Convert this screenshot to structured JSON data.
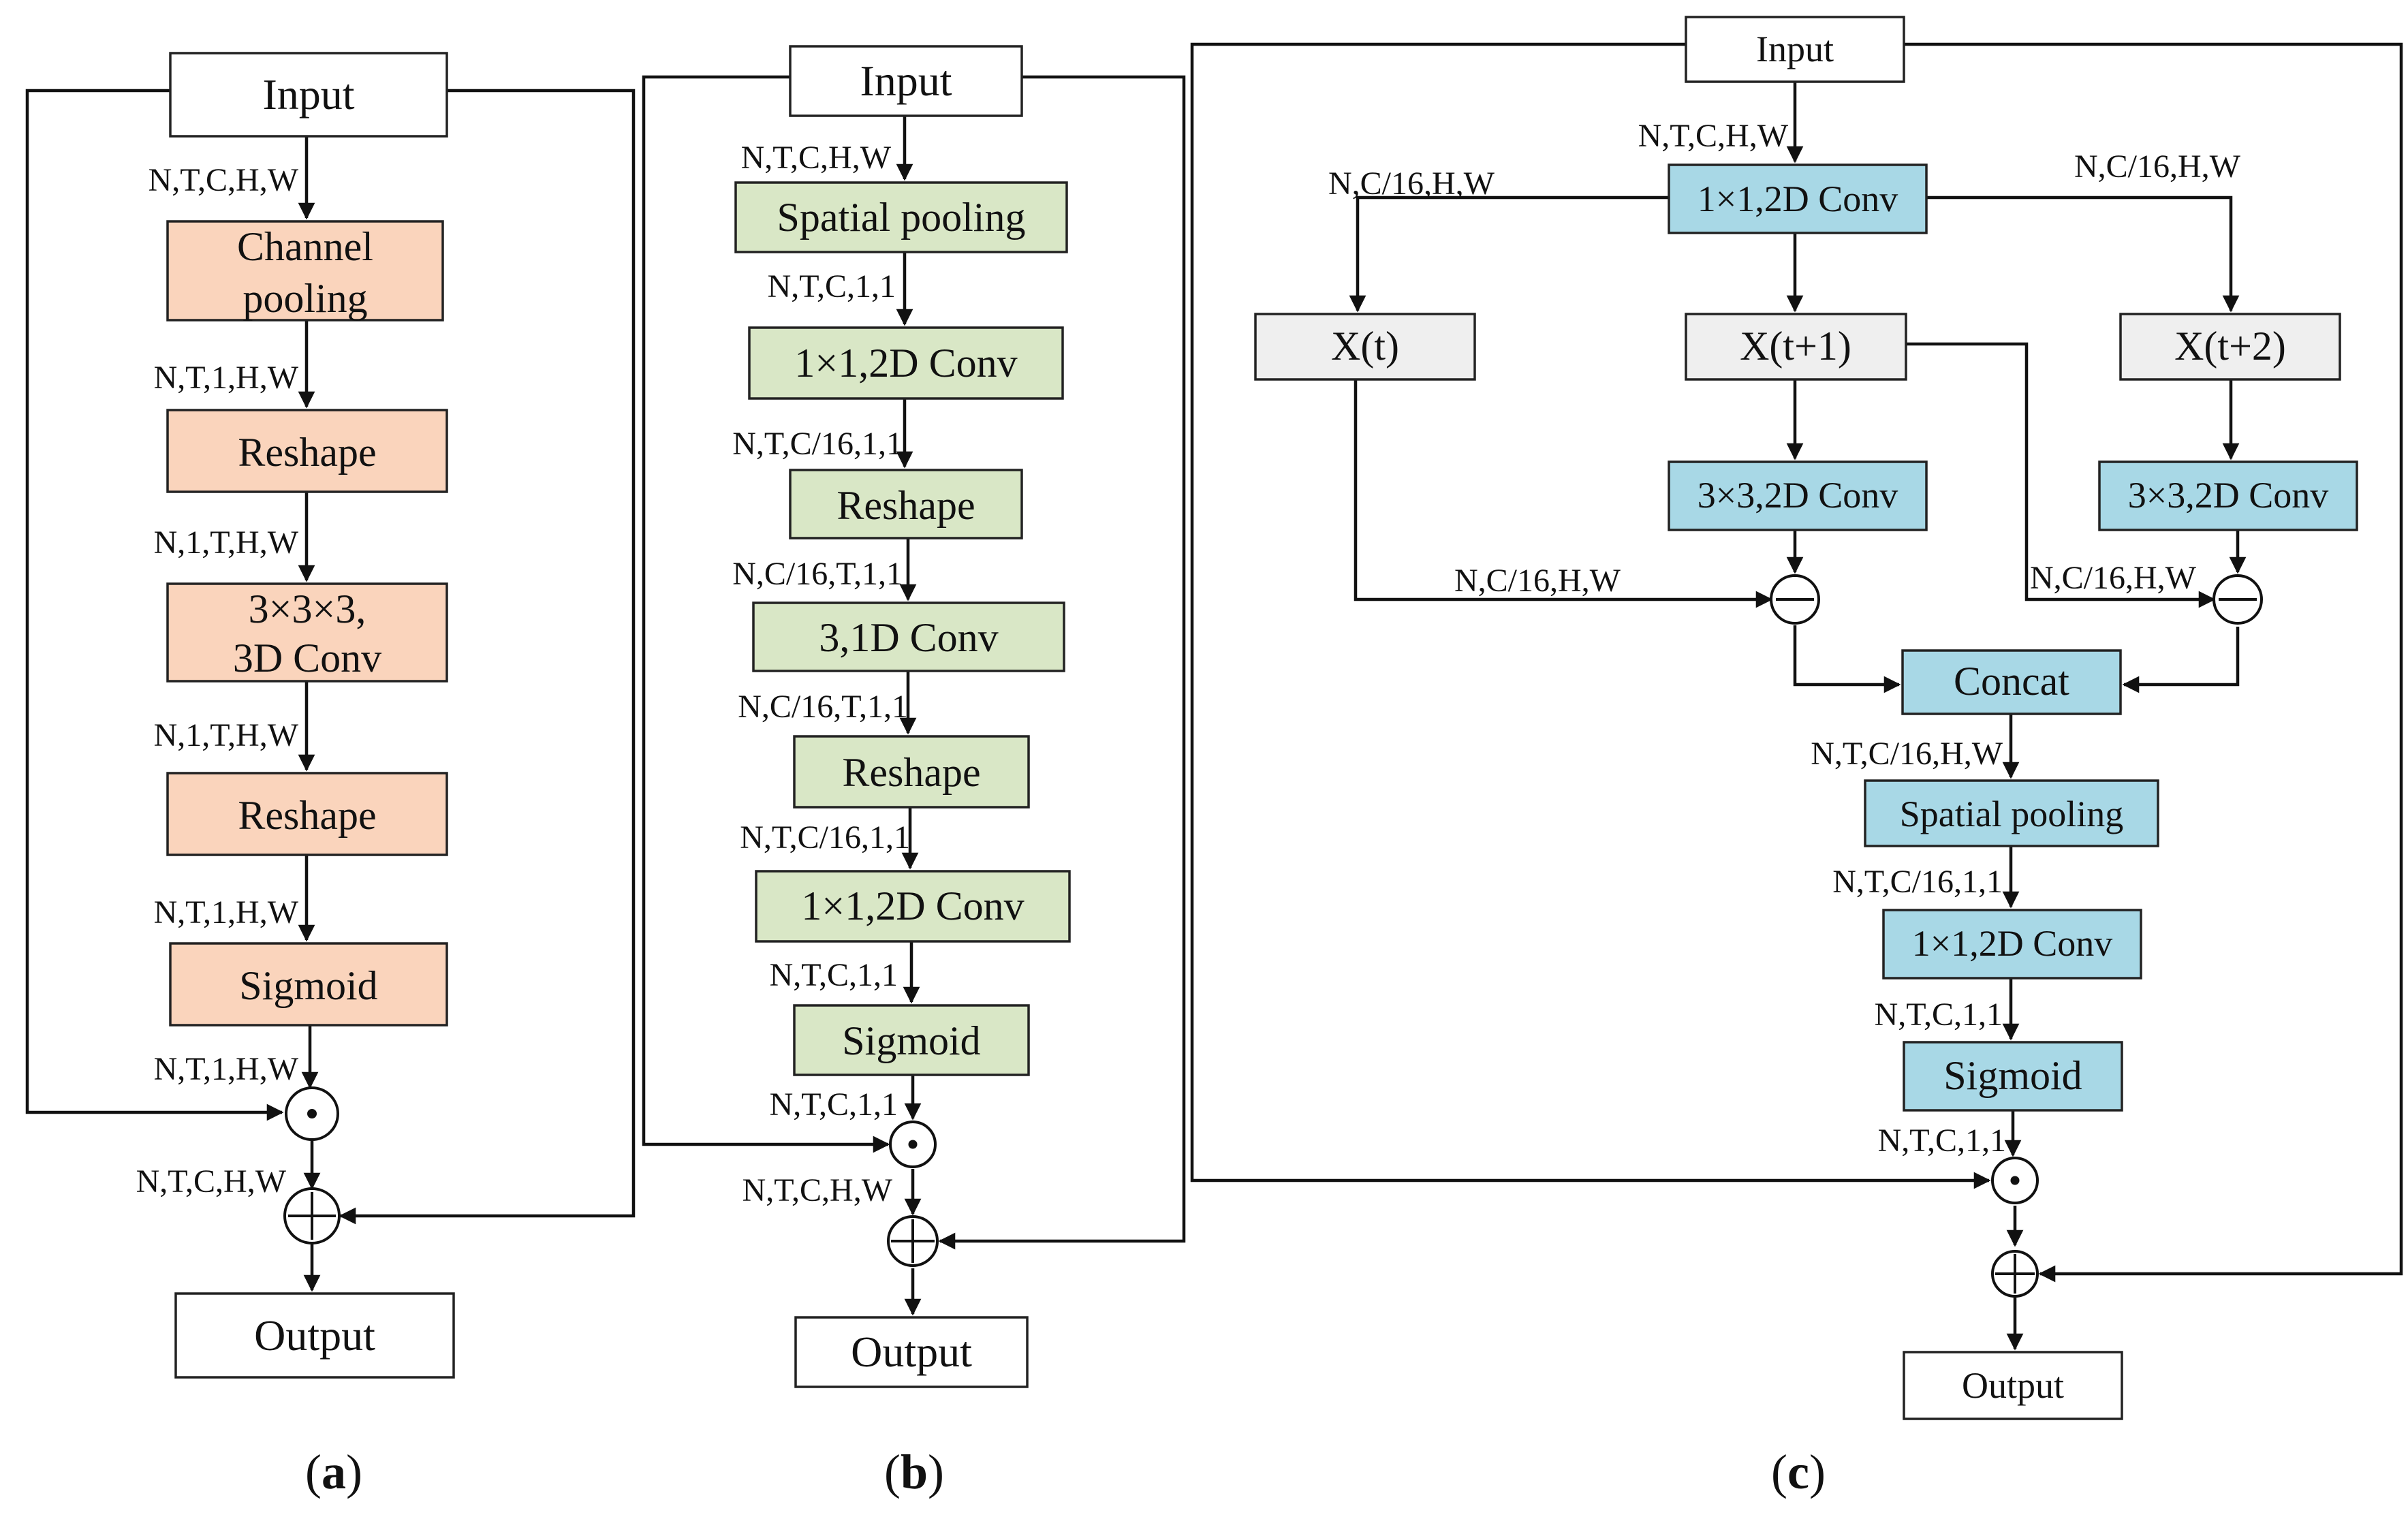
{
  "colors": {
    "orange_box": "#fad4bc",
    "green_box": "#d9e7c6",
    "blue_box": "#a8d8e6",
    "gray_box": "#efefef",
    "white_box": "#ffffff",
    "line": "#111111"
  },
  "panel_a": {
    "input": "Input",
    "output": "Output",
    "caption_open": "(",
    "caption_letter": "a",
    "caption_close": ")",
    "boxes": {
      "channel_pooling_1": "Channel",
      "channel_pooling_2": "pooling",
      "reshape_1": "Reshape",
      "conv3d_1": "3×3×3,",
      "conv3d_2": "3D Conv",
      "reshape_2": "Reshape",
      "sigmoid": "Sigmoid"
    },
    "labels": {
      "l1": "N,T,C,H,W",
      "l2": "N,T,1,H,W",
      "l3": "N,1,T,H,W",
      "l4": "N,1,T,H,W",
      "l5": "N,T,1,H,W",
      "l6": "N,T,1,H,W",
      "l7": "N,T,C,H,W"
    }
  },
  "panel_b": {
    "input": "Input",
    "output": "Output",
    "caption_open": "(",
    "caption_letter": "b",
    "caption_close": ")",
    "boxes": {
      "spatial_pooling": "Spatial pooling",
      "conv2d_1": "1×1,2D Conv",
      "reshape_1": "Reshape",
      "conv1d": "3,1D Conv",
      "reshape_2": "Reshape",
      "conv2d_2": "1×1,2D Conv",
      "sigmoid": "Sigmoid"
    },
    "labels": {
      "l1": "N,T,C,H,W",
      "l2": "N,T,C,1,1",
      "l3": "N,T,C/16,1,1",
      "l4": "N,C/16,T,1,1",
      "l5": "N,C/16,T,1,1",
      "l6": "N,T,C/16,1,1",
      "l7": "N,T,C,1,1",
      "l8": "N,T,C,1,1",
      "l9": "N,T,C,H,W"
    }
  },
  "panel_c": {
    "input": "Input",
    "output": "Output",
    "caption_open": "(",
    "caption_letter": "c",
    "caption_close": ")",
    "boxes": {
      "conv2d_top": "1×1,2D Conv",
      "xt": "X(t)",
      "xt1": "X(t+1)",
      "xt2": "X(t+2)",
      "conv3x3_a": "3×3,2D Conv",
      "conv3x3_b": "3×3,2D Conv",
      "concat": "Concat",
      "spatial_pooling": "Spatial pooling",
      "conv2d_bottom": "1×1,2D Conv",
      "sigmoid": "Sigmoid"
    },
    "labels": {
      "l_in": "N,T,C,H,W",
      "l_left": "N,C/16,H,W",
      "l_right": "N,C/16,H,W",
      "l_sub_a": "N,C/16,H,W",
      "l_sub_b": "N,C/16,H,W",
      "l_concat": "N,T,C/16,H,W",
      "l_pool": "N,T,C/16,1,1",
      "l_conv": "N,T,C,1,1",
      "l_sig": "N,T,C,1,1"
    }
  }
}
